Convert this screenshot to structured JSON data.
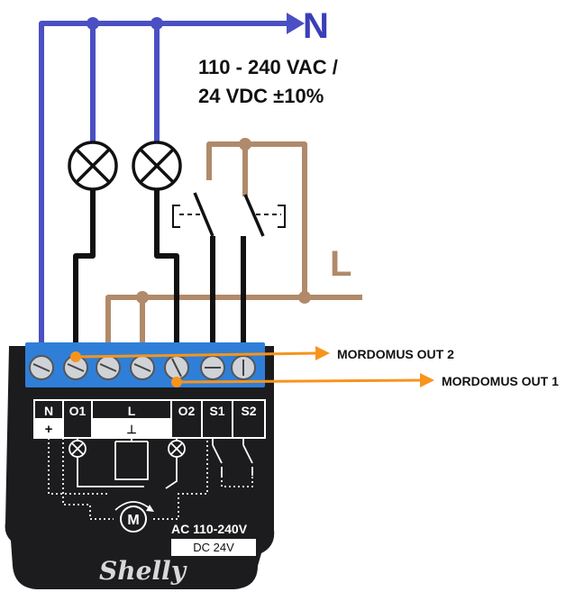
{
  "labels": {
    "neutral": "N",
    "supply_line1": "110 - 240 VAC /",
    "supply_line2": "24 VDC ±10%",
    "live": "L",
    "out2": "MORDOMUS OUT 2",
    "out1": "MORDOMUS OUT 1"
  },
  "device": {
    "terminals": {
      "n": "N",
      "o1": "O1",
      "l": "L",
      "o2": "O2",
      "s1": "S1",
      "s2": "S2"
    },
    "plus": "+",
    "ground": "⊥",
    "motor": "M",
    "ac_rating": "AC 110-240V",
    "dc_rating": "DC 24V",
    "brand": "Shelly"
  },
  "colors": {
    "neutral_wire": "#4a4fc4",
    "live_wire": "#b08a6a",
    "load_wire": "#111111",
    "arrow": "#f7941d",
    "terminal_block": "#2f7fd8",
    "device_body": "#1c1c1e"
  },
  "icons": {
    "lamp": "lamp-icon",
    "motor": "motor-icon"
  }
}
